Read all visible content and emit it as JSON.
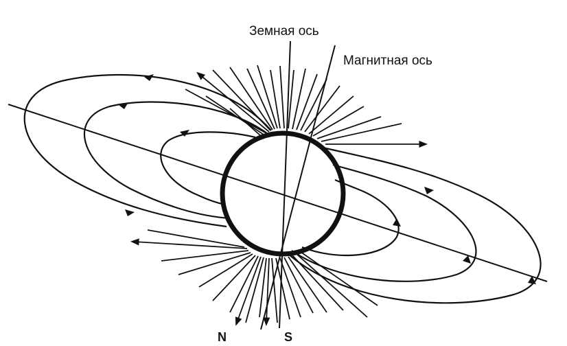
{
  "labels": {
    "earth_axis": "Земная ось",
    "magnetic_axis": "Магнитная ось",
    "pole_n": "N",
    "pole_s": "S"
  },
  "colors": {
    "ink": "#111111",
    "background": "#ffffff"
  }
}
